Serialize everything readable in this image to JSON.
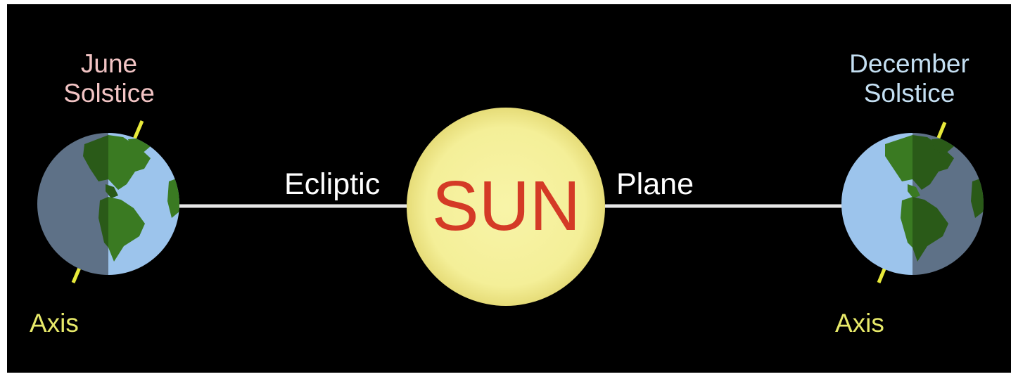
{
  "labels": {
    "june_line1": "June",
    "june_line2": "Solstice",
    "december_line1": "December",
    "december_line2": "Solstice",
    "axis_left": "Axis",
    "axis_right": "Axis",
    "ecliptic": "Ecliptic",
    "plane": "Plane",
    "sun": "SUN"
  },
  "colors": {
    "background": "#000000",
    "june_text": "#f2c4c4",
    "december_text": "#c4dff2",
    "axis_text": "#e8ea6a",
    "axis_line": "#e8ea3a",
    "sun_text": "#d43a26",
    "sun_fill": "#f6f2a0",
    "ocean_day": "#9cc4ec",
    "ocean_night": "#5e7187",
    "land_day": "#3a7a22",
    "land_night": "#2a5a18",
    "ecliptic_line": "#e6e6e6"
  }
}
